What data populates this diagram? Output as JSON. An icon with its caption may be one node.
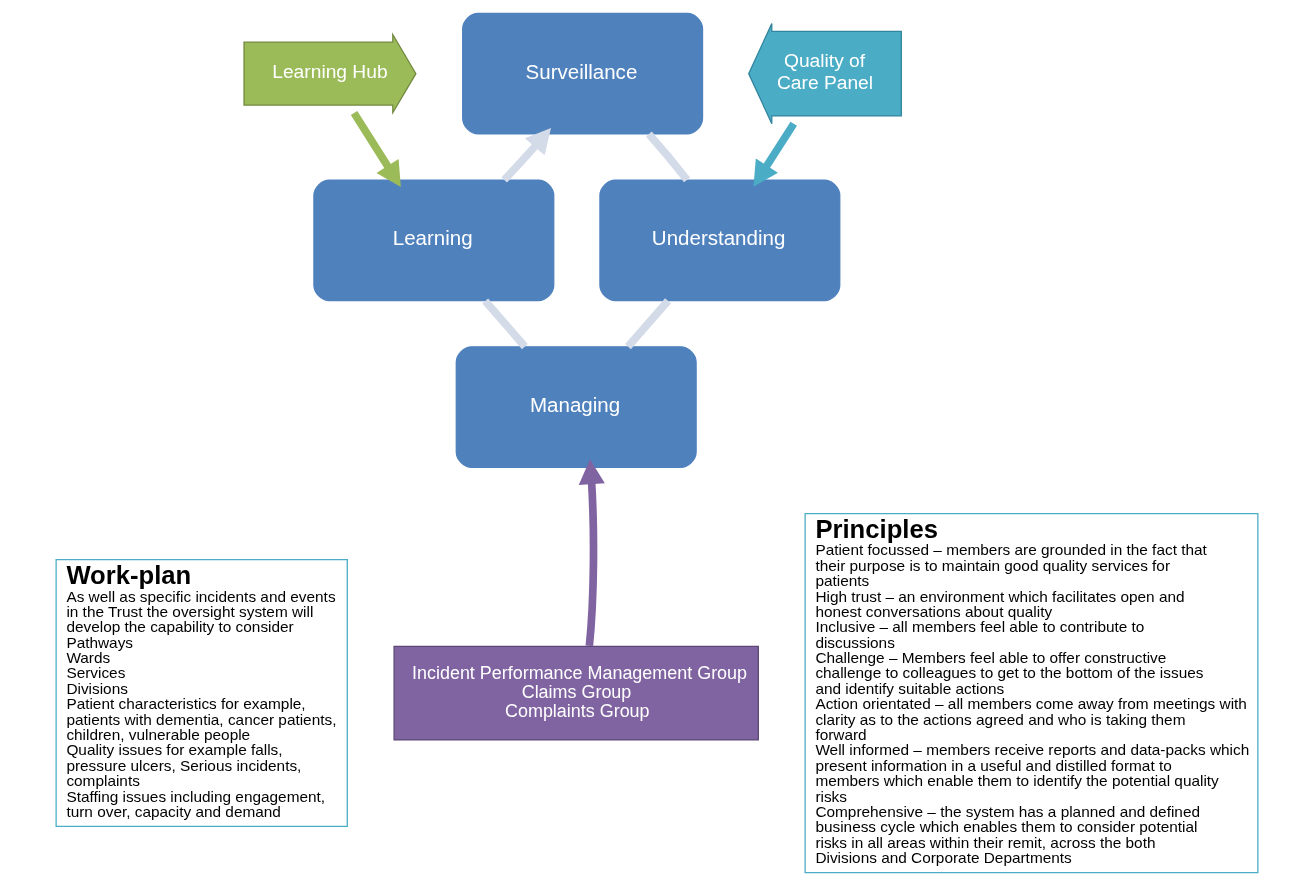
{
  "diagram": {
    "nodes": [
      {
        "text": [
          "Surveillance"
        ]
      },
      {
        "text": [
          "Understanding"
        ]
      },
      {
        "text": [
          "Managing"
        ]
      },
      {
        "text": [
          "Learning"
        ]
      },
      {
        "text": [
          "Learning Hub"
        ]
      },
      {
        "text": [
          "Quality of Care Panel"
        ]
      },
      {
        "text": [
          "Incident Performance Management Group",
          "Claims Group",
          "Complaints Group"
        ]
      },
      {
        "text": [
          "Work-plan",
          "As well as specific incidents and events in the Trust the oversight system will develop the capability to consider",
          "Pathways",
          "Wards",
          "Services",
          "Divisions",
          "Patient characteristics for example, patients with dementia, cancer patients, children, vulnerable people",
          "Quality issues for example falls, pressure ulcers, Serious incidents, complaints",
          "Staffing issues including engagement, turn over, capacity and demand"
        ]
      },
      {
        "text": [
          "Principles",
          "Patient focussed – members are grounded in the fact that their purpose is to maintain good quality services for patients",
          "High trust – an environment which facilitates open and honest conversations about quality",
          "Inclusive – all members feel able to contribute to discussions",
          "Challenge – Members feel able to offer constructive challenge to colleagues to get to the bottom of the issues and identify suitable actions",
          "Action orientated – all members come away from meetings with clarity as to the actions agreed and who is taking them forward",
          "Well informed – members receive reports and data-packs which present information in a useful and distilled format to members which enable them to identify the potential quality risks",
          "Comprehensive – the system has a planned and defined business cycle which enables them to consider potential risks in all areas within their remit, across the both Divisions and Corporate Departments"
        ]
      }
    ],
    "edges": [
      {
        "from": 0,
        "to": 1,
        "arrow": "none"
      },
      {
        "from": 1,
        "to": 2,
        "arrow": "none"
      },
      {
        "from": 2,
        "to": 3,
        "arrow": "none"
      },
      {
        "from": 3,
        "to": 0,
        "arrow": "to"
      },
      {
        "from": 4,
        "to": 3,
        "arrow": "to",
        "color": "#9bbb59"
      },
      {
        "from": 5,
        "to": 1,
        "arrow": "to",
        "color": "#4bacc6"
      },
      {
        "from": 6,
        "to": 2,
        "arrow": "to",
        "color": "#8064a2"
      }
    ]
  }
}
